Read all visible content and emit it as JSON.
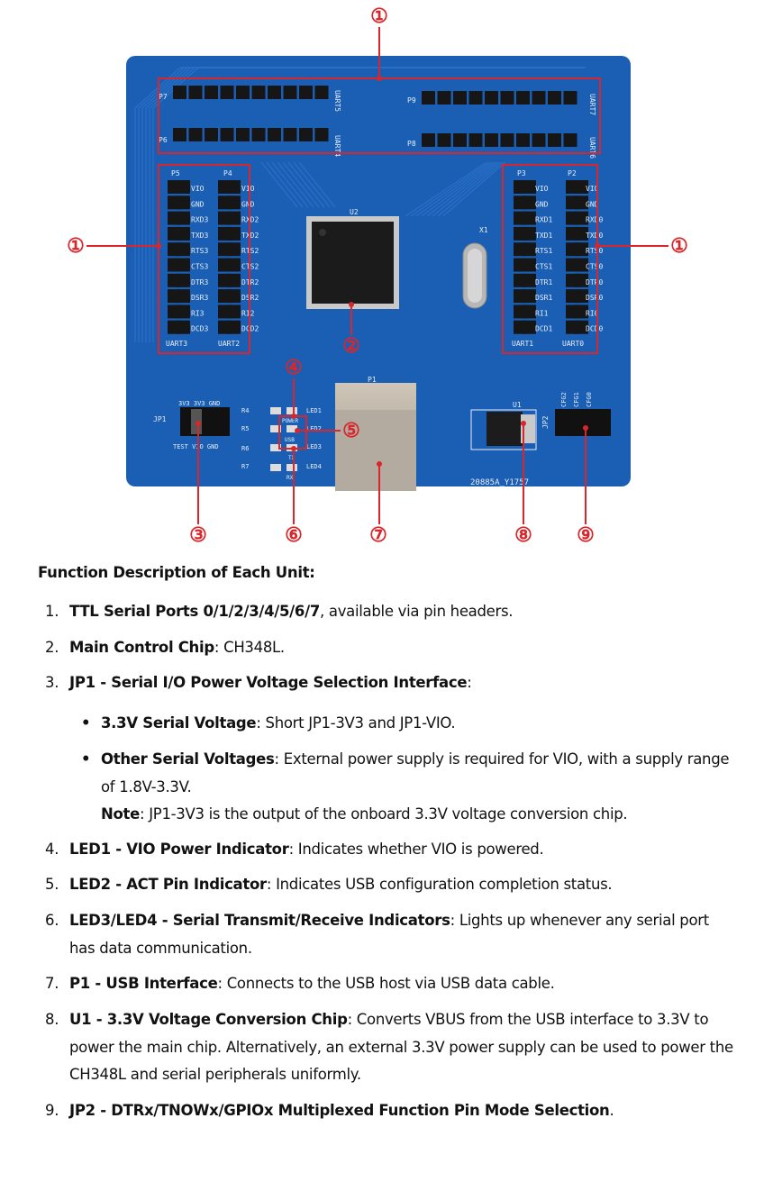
{
  "figure": {
    "colors": {
      "board": "#1a5fb4",
      "callout": "#d9262b",
      "silk": "#e8eef8"
    },
    "callouts": [
      "①",
      "①",
      "①",
      "②",
      "③",
      "④",
      "⑤",
      "⑥",
      "⑦",
      "⑧",
      "⑨"
    ],
    "silk": {
      "p5": {
        "ref": "P5",
        "uart": "UART3",
        "pins": [
          "VIO",
          "GND",
          "RXD3",
          "TXD3",
          "RTS3",
          "CTS3",
          "DTR3",
          "DSR3",
          "RI3",
          "DCD3"
        ]
      },
      "p4": {
        "ref": "P4",
        "uart": "UART2",
        "pins": [
          "VIO",
          "GND",
          "RXD2",
          "TXD2",
          "RTS2",
          "CTS2",
          "DTR2",
          "DSR2",
          "RI2",
          "DCD2"
        ]
      },
      "p3": {
        "ref": "P3",
        "uart": "UART1",
        "pins": [
          "VIO",
          "GND",
          "RXD1",
          "TXD1",
          "RTS1",
          "CTS1",
          "DTR1",
          "DSR1",
          "RI1",
          "DCD1"
        ]
      },
      "p2": {
        "ref": "P2",
        "uart": "UART0",
        "pins": [
          "VIO",
          "GND",
          "RXD0",
          "TXD0",
          "RTS0",
          "CTS0",
          "DTR0",
          "DSR0",
          "RI0",
          "DCD0"
        ]
      },
      "top_refs": [
        "P7",
        "P6",
        "P9",
        "P8"
      ],
      "top_uarts": [
        "UART5",
        "UART4",
        "UART7",
        "UART6"
      ],
      "chip": "U2",
      "crystal": "X1",
      "usb": "P1",
      "regulator": "U1",
      "jp1": "JP1",
      "jp1_top": "3V3 3V3 GND",
      "jp1_bottom": "TEST VIO GND",
      "jp2": "JP2",
      "jp2_top": [
        "CFG2",
        "CFG1",
        "CFG0"
      ],
      "leds": [
        "LED1",
        "LED2",
        "LED3",
        "LED4"
      ],
      "led_notes": [
        "POWER",
        "USB",
        "TX",
        "RX"
      ],
      "resistors": [
        "R4",
        "R5",
        "R6",
        "R7"
      ],
      "board_id": "20885A_Y1757"
    }
  },
  "heading": "Function Description of Each Unit:",
  "items": [
    {
      "num": "1.",
      "bold": "TTL Serial Ports 0/1/2/3/4/5/6/7",
      "rest": ", available via pin headers."
    },
    {
      "num": "2.",
      "bold": "Main Control Chip",
      "rest": ": CH348L."
    },
    {
      "num": "3.",
      "bold": "JP1 - Serial I/O Power Voltage Selection Interface",
      "rest": ":"
    },
    {
      "num": "4.",
      "bold": "LED1 - VIO Power Indicator",
      "rest": ": Indicates whether VIO is powered."
    },
    {
      "num": "5.",
      "bold": "LED2 - ACT Pin Indicator",
      "rest": ": Indicates USB configuration completion status."
    },
    {
      "num": "6.",
      "bold": "LED3/LED4 - Serial Transmit/Receive Indicators",
      "rest": ": Lights up whenever any serial port has data communication."
    },
    {
      "num": "7.",
      "bold": "P1 - USB Interface",
      "rest": ": Connects to the USB host via USB data cable."
    },
    {
      "num": "8.",
      "bold": "U1 - 3.3V Voltage Conversion Chip",
      "rest": ": Converts VBUS from the USB interface to 3.3V to power the main chip. Alternatively, an external 3.3V power supply can be used to power the CH348L and serial peripherals uniformly."
    },
    {
      "num": "9.",
      "bold": "JP2 - DTRx/TNOWx/GPIOx Multiplexed Function Pin Mode Selection",
      "rest": "."
    }
  ],
  "bullets": [
    {
      "bold": "3.3V Serial Voltage",
      "rest": ": Short JP1-3V3 and JP1-VIO."
    },
    {
      "bold": "Other Serial Voltages",
      "rest": ": External power supply is required for VIO, with a supply range of 1.8V-3.3V.",
      "note_bold": "Note",
      "note_rest": ": JP1-3V3 is the output of the onboard 3.3V voltage conversion chip."
    }
  ]
}
